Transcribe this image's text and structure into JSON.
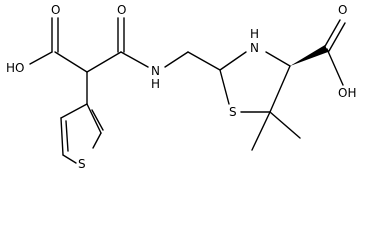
{
  "molecule": {
    "atoms": {
      "oh_left": "HO",
      "o_top_left": "O",
      "o_top_mid": "O",
      "nh_amide": "N",
      "h_amide": "H",
      "nh_ring": "N",
      "h_ring": "H",
      "o_top_right": "O",
      "oh_right": "OH",
      "s_thiazolidine": "S",
      "s_thiophene": "S"
    }
  }
}
